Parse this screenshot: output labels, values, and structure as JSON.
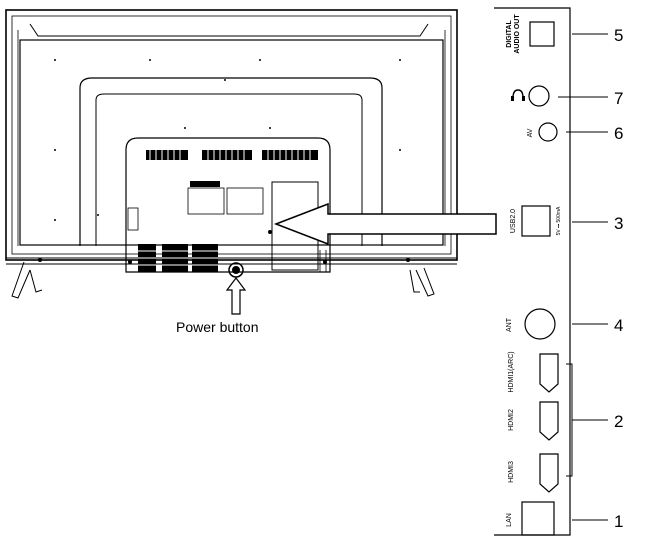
{
  "tv_callout": {
    "power_button": "Power button"
  },
  "panel": {
    "digital_audio_out_line1": "DIGITAL",
    "digital_audio_out_line2": "AUDIO OUT",
    "av": "AV",
    "usb": "USB2.0",
    "usb_rating": "5V ⎓ 500mA",
    "ant": "ANT",
    "hdmi1": "HDMI1(ARC)",
    "hdmi2": "HDMI2",
    "hdmi3": "HDMI3",
    "lan": "LAN"
  },
  "callouts": {
    "n5": "5",
    "n7": "7",
    "n6": "6",
    "n3": "3",
    "n4": "4",
    "n2": "2",
    "n1": "1"
  }
}
